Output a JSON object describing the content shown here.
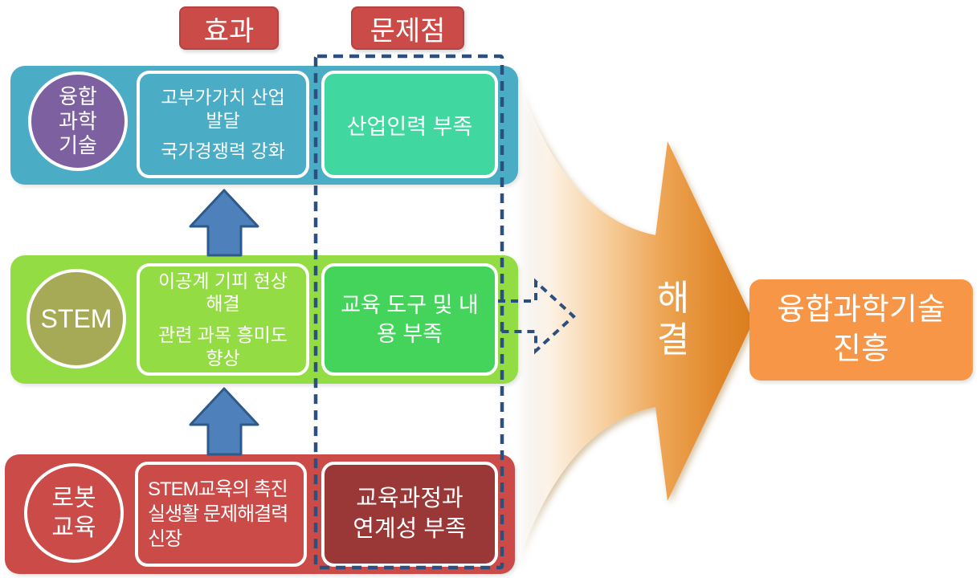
{
  "labels": {
    "effect": "효과",
    "problem": "문제점"
  },
  "rows": [
    {
      "name": "fusion-science-tech",
      "circle_lines": [
        "융합",
        "과학",
        "기술"
      ],
      "effect_paragraphs": [
        [
          "고부가가치 산업",
          "발달"
        ],
        [
          "국가경쟁력 강화"
        ]
      ],
      "problem_lines": [
        "산업인력 부족"
      ]
    },
    {
      "name": "stem",
      "circle_lines": [
        "STEM"
      ],
      "effect_paragraphs": [
        [
          "이공계 기피 현상",
          "해결"
        ],
        [
          "관련 과목 흥미도",
          "향상"
        ]
      ],
      "problem_lines": [
        "교육 도구 및 내",
        "용 부족"
      ]
    },
    {
      "name": "robot-education",
      "circle_lines": [
        "로봇",
        "교육"
      ],
      "effect_paragraphs": [
        [
          "STEM교육의 촉진",
          "실생활 문제해결력",
          "신장"
        ]
      ],
      "problem_lines": [
        "교육과정과",
        "연계성 부족"
      ]
    }
  ],
  "solution": {
    "label_lines": [
      "해",
      "결"
    ]
  },
  "result": {
    "lines": [
      "융합과학기술",
      "진흥"
    ]
  },
  "colors": {
    "row1-bg": "#4BACC6",
    "row2-bg": "#94DC44",
    "row3-bg": "#CB4B48",
    "circle1-bg": "#7D60A0",
    "circle2-bg": "#A6AA57",
    "circle3-bg": "#CB4B48",
    "p1-bg": "#41D7A0",
    "p2-bg": "#44D45C",
    "p3-bg": "#9A3737",
    "label-red": "#CB4B48",
    "label-red-border": "#B54341",
    "navy": "#2B507E",
    "uparrow-fill": "#4E80BC",
    "uparrow-stroke": "#2D5A88",
    "result-orange": "#F79646",
    "arrow-pale": "#FDF3E7",
    "arrow-soft": "#F7CF9E",
    "arrow-orange-mid": "#EDA554",
    "arrow-orange": "#E1882C",
    "arrow-orange-deep": "#DB7D1F"
  }
}
